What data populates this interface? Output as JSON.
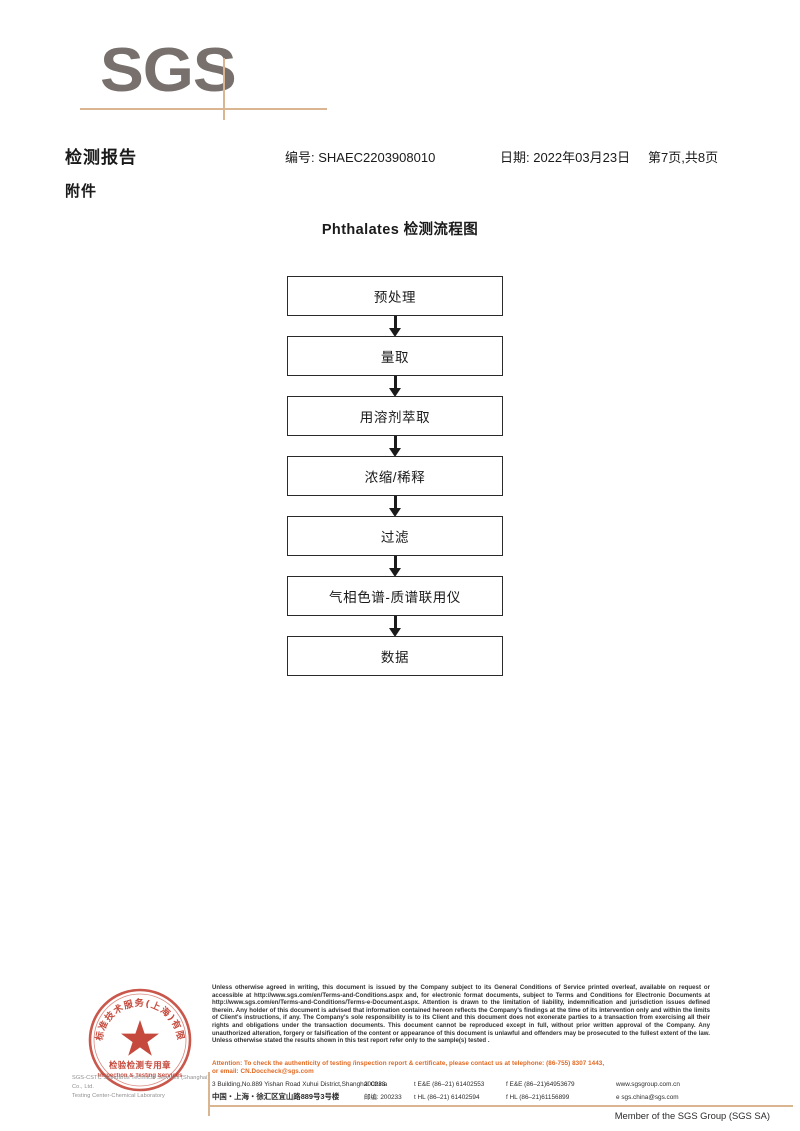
{
  "brand": {
    "logo_text": "SGS",
    "logo_color": "#77706c",
    "rule_color": "#d9b691"
  },
  "header": {
    "title": "检测报告",
    "subtitle": "附件",
    "report_no": "编号: SHAEC2203908010",
    "date": "日期: 2022年03月23日",
    "page": "第7页,共8页"
  },
  "flowchart": {
    "title": "Phthalates 检测流程图",
    "nodes": [
      {
        "label": "预处理"
      },
      {
        "label": "量取"
      },
      {
        "label": "用溶剂萃取"
      },
      {
        "label": "浓缩/稀释"
      },
      {
        "label": "过滤"
      },
      {
        "label": "气相色谱-质谱联用仪"
      },
      {
        "label": "数据"
      }
    ]
  },
  "seal": {
    "ring_top_text": "上海标准技术服务(上海)有限公司",
    "line_cn": "检验检测专用章",
    "line_en": "Inspection & Testing Services",
    "color": "#c0392b",
    "caption_line1": "SGS-CSTC Standards Technical Services (Shanghai) Co., Ltd.",
    "caption_line2": "Testing Center-Chemical Laboratory"
  },
  "legal": {
    "paragraphs": [
      "Unless otherwise agreed in writing, this document is issued by the Company subject to its General Conditions of Service printed overleaf, available on request or accessible at http://www.sgs.com/en/Terms-and-Conditions.aspx and, for electronic format documents, subject to Terms and Conditions for Electronic Documents at http://www.sgs.com/en/Terms-and-Conditions/Terms-e-Document.aspx. Attention is drawn to the limitation of liability, indemnification and jurisdiction issues defined therein. Any holder of this document is advised that information contained hereon reflects the Company's findings at the time of its intervention only and within the limits of Client's instructions, if any. The Company's sole responsibility is to its Client and this document does not exonerate parties to a transaction from exercising all their rights and obligations under the transaction documents. This document cannot be reproduced except in full, without prior written approval of the Company. Any unauthorized alteration, forgery or falsification of the content or appearance of this document is unlawful and offenders may be prosecuted to the fullest extent of the law. Unless otherwise stated the results shown in this test report refer only to the sample(s) tested ."
    ]
  },
  "attention": {
    "line1": "Attention: To check the authenticity of testing /inspection report & certificate, please contact us at telephone: (86-755) 8307 1443,",
    "line2": "or email: CN.Doccheck@sgs.com",
    "color": "#e06820"
  },
  "address": {
    "row_en": {
      "street_sup": "rd",
      "street": "3  Building,No.889 Yishan Road Xuhui District,Shanghai China",
      "postcode": "200233",
      "tel": "t E&E (86–21) 61402553",
      "fax": "f E&E (86–21)64953679",
      "web": "www.sgsgroup.com.cn"
    },
    "row_cn": {
      "street": "中国・上海・徐汇区宜山路889号3号楼",
      "postcode_label": "邮编: 200233",
      "tel": "t HL (86–21) 61402594",
      "fax": "f HL (86–21)61156899",
      "email": "e sgs.china@sgs.com"
    }
  },
  "footer": {
    "member": "Member of the SGS Group (SGS SA)"
  }
}
